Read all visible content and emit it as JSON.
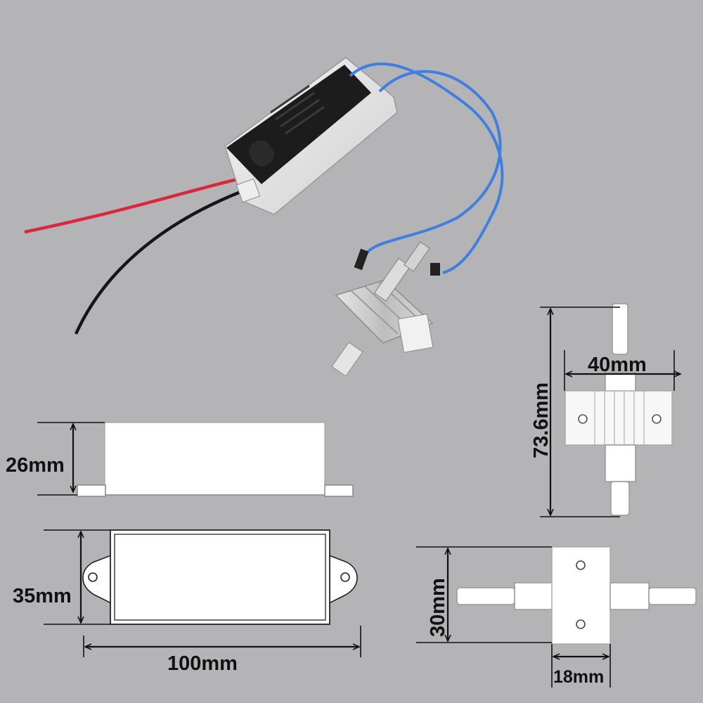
{
  "colors": {
    "background": "#b4b4b6",
    "drawing_fill": "#ffffff",
    "line": "#111111",
    "wire_red": "#d8283c",
    "wire_black": "#151515",
    "wire_blue": "#3f7fe0",
    "module_black": "#1c1c1c",
    "heatsink": "#d7d7d7"
  },
  "dimensions": {
    "height_side": "26mm",
    "width_top": "35mm",
    "length": "100mm",
    "tube_length": "73.6mm",
    "heatsink_width": "40mm",
    "block_height": "30mm",
    "block_width": "18mm"
  }
}
